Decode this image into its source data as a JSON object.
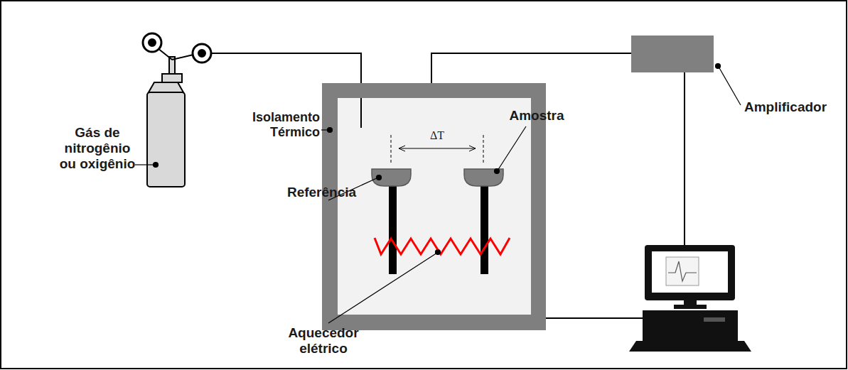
{
  "diagram": {
    "labels": [
      "Gás de nitrogênio ou oxigênio",
      "Isolamento Térmico",
      "Amostra",
      "ΔT",
      "Referência",
      "Aquecedor elétrico",
      "Amplificador"
    ]
  }
}
